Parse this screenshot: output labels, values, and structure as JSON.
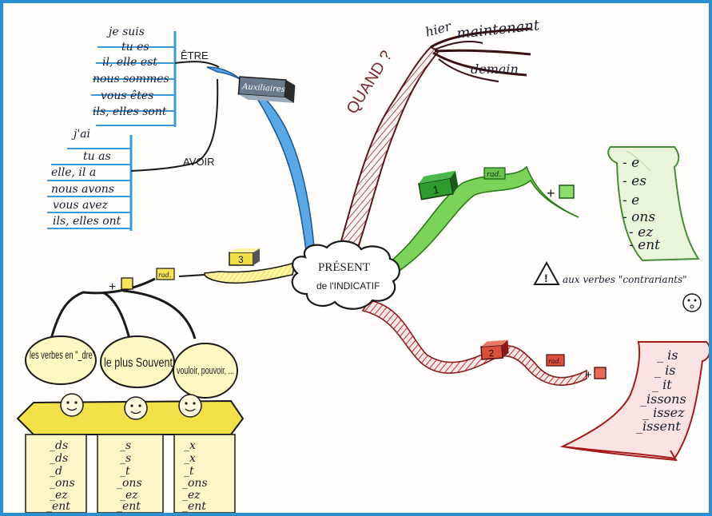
{
  "center": {
    "line1": "PRÉSENT",
    "line2": "de l'INDICATIF"
  },
  "quand": {
    "label": "QUAND ?",
    "items": [
      "hier",
      "maintenant",
      "demain"
    ]
  },
  "auxiliaires": {
    "label": "Auxiliaires",
    "etre": {
      "label": "ÊTRE",
      "forms": [
        "je suis",
        "tu es",
        "il, elle est",
        "nous sommes",
        "vous êtes",
        "ils, elles sont"
      ]
    },
    "avoir": {
      "label": "AVOIR",
      "forms": [
        "j'ai",
        "tu as",
        "elle, il a",
        "nous avons",
        "vous avez",
        "ils, elles ont"
      ]
    }
  },
  "group1": {
    "number": "1",
    "rad": "rad.",
    "plus": "+",
    "endings": [
      "- e",
      "- es",
      "- e",
      "- ons",
      "- ez",
      "- ent"
    ],
    "warning": "aux verbes \"contrariants\"",
    "colors": {
      "branch": "#5cbf3c",
      "box": "#2e9b2e",
      "scroll": "#e8f5d8"
    }
  },
  "group2": {
    "number": "2",
    "rad": "rad.",
    "plus": "+",
    "endings": [
      "_ is",
      "_ is",
      "_ it",
      "_issons",
      "_ issez",
      "_issent"
    ],
    "colors": {
      "branch": "#d94040",
      "box": "#d9503c",
      "scroll": "#fbe3e3"
    }
  },
  "group3": {
    "number": "3",
    "rad": "rad.",
    "plus": "+",
    "bubbles": [
      "les verbes en \"_dre\"",
      "le plus Souvent",
      "vouloir, pouvoir, ..."
    ],
    "columns": [
      [
        "_ds",
        "_ds",
        "_d",
        "_ons",
        "_ez",
        "_ent"
      ],
      [
        "_s",
        "_s",
        "_t",
        "_ons",
        "_ez",
        "_ent"
      ],
      [
        "_x",
        "_x",
        "_t",
        "_ons",
        "_ez",
        "_ent"
      ]
    ],
    "colors": {
      "branch": "#f3e14a",
      "box": "#e6d23a",
      "scroll": "#fdf6c8"
    }
  },
  "colors": {
    "etre_branch": "#3a9ad9",
    "quand_branch": "#8a2a2a",
    "frame": "#2a8fd0"
  }
}
